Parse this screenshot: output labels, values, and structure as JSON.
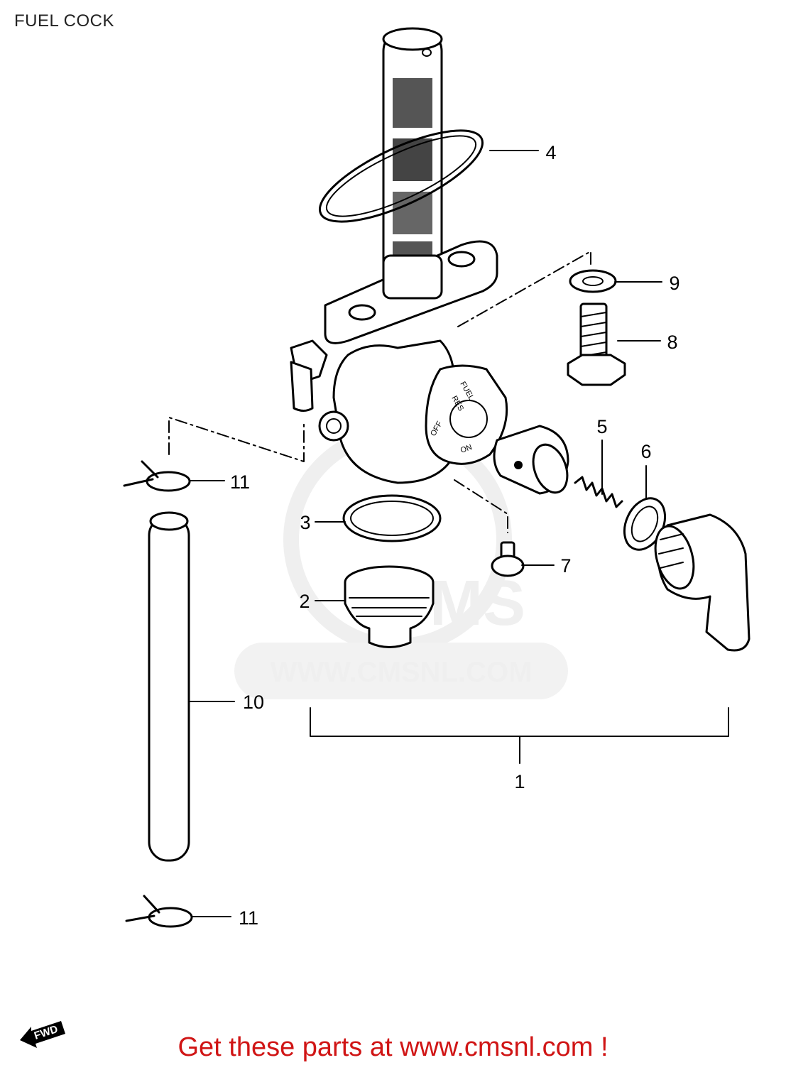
{
  "diagram": {
    "title": "FUEL COCK",
    "callouts": [
      "1",
      "2",
      "3",
      "4",
      "5",
      "6",
      "7",
      "8",
      "9",
      "10",
      "11",
      "11"
    ],
    "watermark": "WWW.CMSNL.COM",
    "watermark_logo": "CMS",
    "dial_markings": [
      "FUEL",
      "RES",
      "ON",
      "OFF"
    ],
    "direction_badge": "FWD",
    "footer": "Get these parts at www.cmsnl.com !",
    "colors": {
      "line": "#000000",
      "watermark": "#e8e8e8",
      "footer": "#d01515"
    }
  }
}
